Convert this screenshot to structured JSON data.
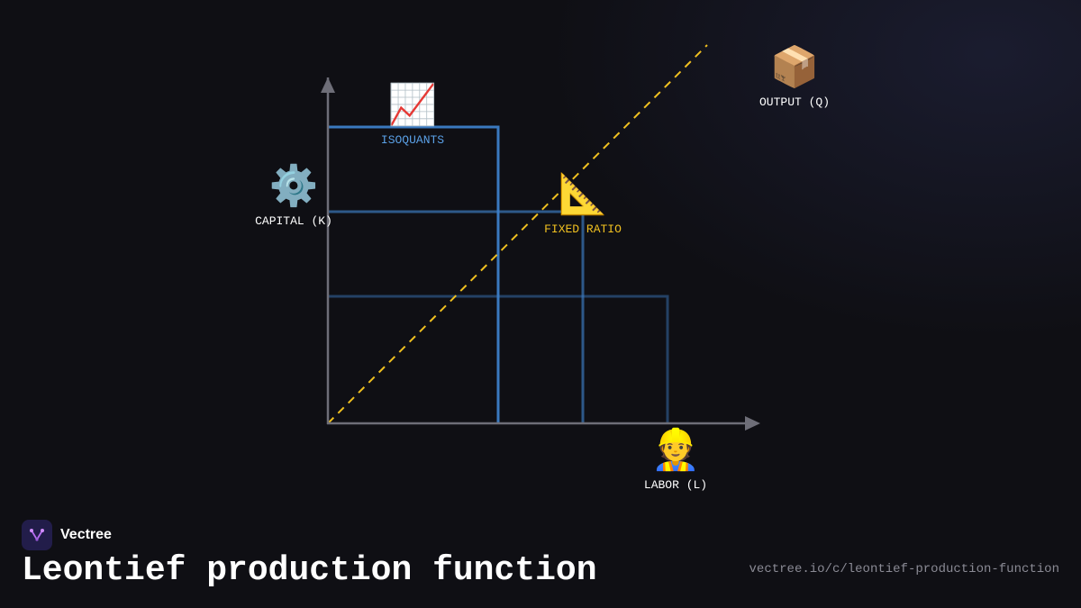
{
  "nodes": {
    "isoquants": {
      "icon": "📈",
      "icon_name": "chart-increasing-icon",
      "label": "ISOQUANTS",
      "color": "#5aa0e6"
    },
    "capital": {
      "icon": "⚙️",
      "icon_name": "gear-icon",
      "label": "CAPITAL (K)",
      "color": "#ffffff"
    },
    "fixed_ratio": {
      "icon": "📐",
      "icon_name": "triangular-ruler-icon",
      "label": "FIXED RATIO",
      "color": "#f0c020"
    },
    "output": {
      "icon": "📦",
      "icon_name": "package-icon",
      "label": "OUTPUT (Q)",
      "color": "#ffffff"
    },
    "labor": {
      "icon": "👷",
      "icon_name": "construction-worker-icon",
      "label": "LABOR (L)",
      "color": "#ffffff"
    }
  },
  "colors": {
    "axis": "#6e6e78",
    "isoquant": "#3d7fc8",
    "ratio_line": "#f0c020",
    "background": "#0f0f14"
  },
  "footer": {
    "brand": "Vectree",
    "title": "Leontief production function",
    "url": "vectree.io/c/leontief-production-function"
  }
}
